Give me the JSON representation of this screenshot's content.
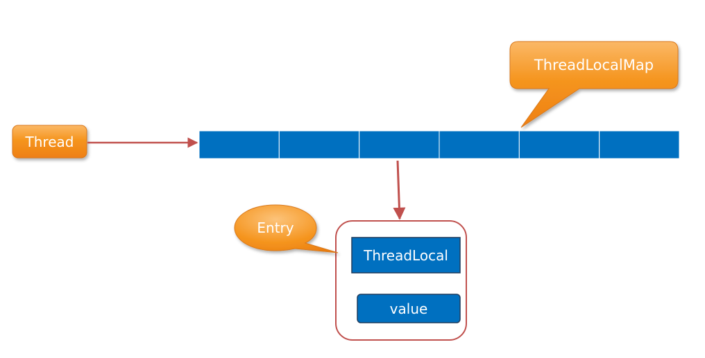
{
  "labels": {
    "thread": "Thread",
    "thread_local_map": "ThreadLocalMap",
    "entry": "Entry",
    "thread_local": "ThreadLocal",
    "value": "value"
  },
  "map_slot_count": 6,
  "colors": {
    "orange": "#f28c1e",
    "orange_light": "#fbb866",
    "orange_border": "#d9781a",
    "blue": "#0070c0",
    "blue_border": "#1f3b5c",
    "arrow": "#c0504d",
    "entry_border": "#c0504d",
    "text_light": "#ffffff"
  }
}
